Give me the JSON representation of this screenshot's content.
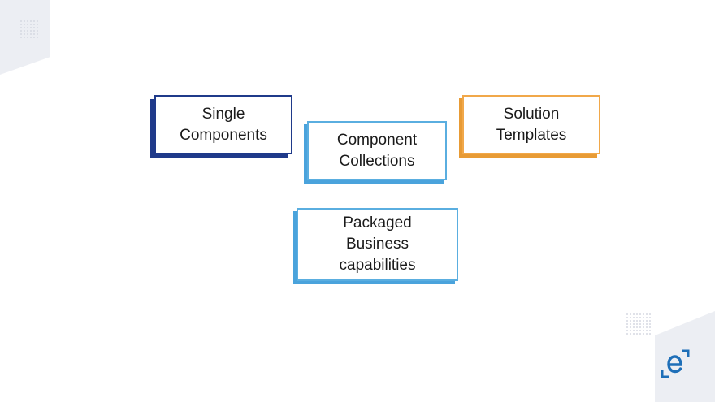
{
  "boxes": {
    "single_components": "Single\nComponents",
    "component_collections": "Component\nCollections",
    "solution_templates": "Solution\nTemplates",
    "packaged_business": "Packaged\nBusiness\ncapabilities"
  },
  "colors": {
    "navy": "#1f3a8a",
    "light_blue": "#4aa3dc",
    "orange": "#e89b35",
    "corner_grey": "#eceef3",
    "logo_blue": "#1e6fb8"
  },
  "icons": {
    "logo": "e-brand-logo-icon"
  }
}
